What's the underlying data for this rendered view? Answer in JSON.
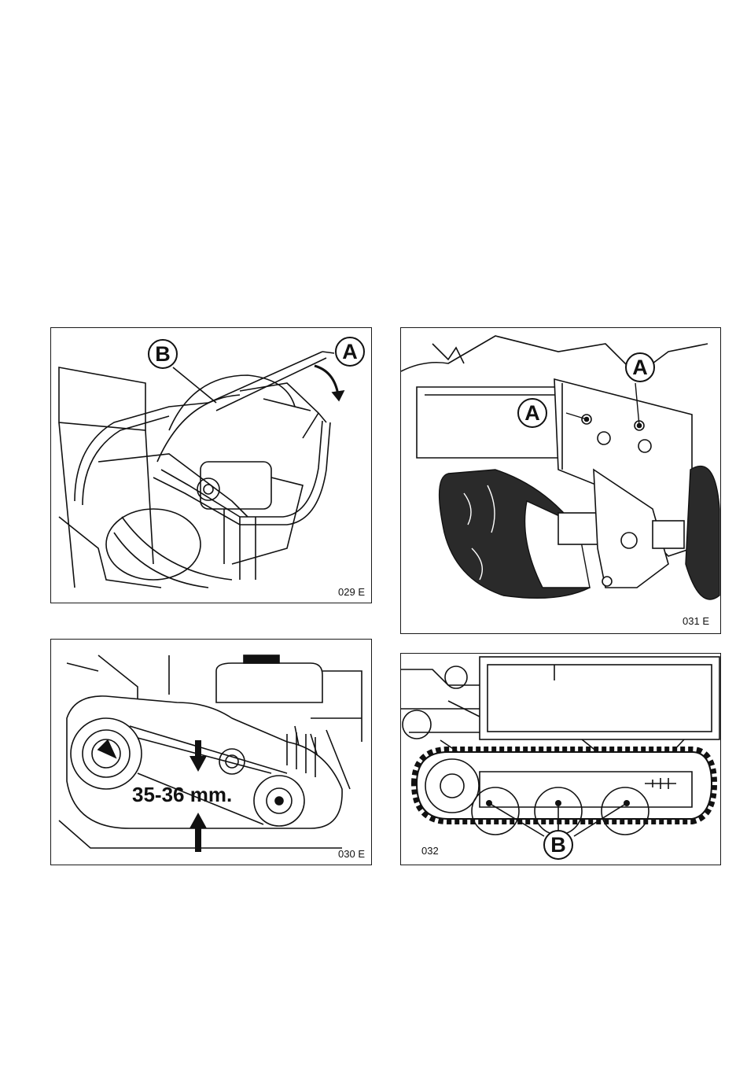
{
  "figures": [
    {
      "code": "029 E",
      "callouts": [
        "B",
        "A"
      ],
      "subject": "handlebar and control levers"
    },
    {
      "code": "031 E",
      "callouts": [
        "A",
        "A"
      ],
      "subject": "drive wheel axle mounting bracket"
    },
    {
      "code": "030 E",
      "callouts": [],
      "measurement": "35-36 mm.",
      "subject": "belt tension check"
    },
    {
      "code": "032",
      "callouts": [
        "B"
      ],
      "subject": "track and roller frame"
    }
  ]
}
